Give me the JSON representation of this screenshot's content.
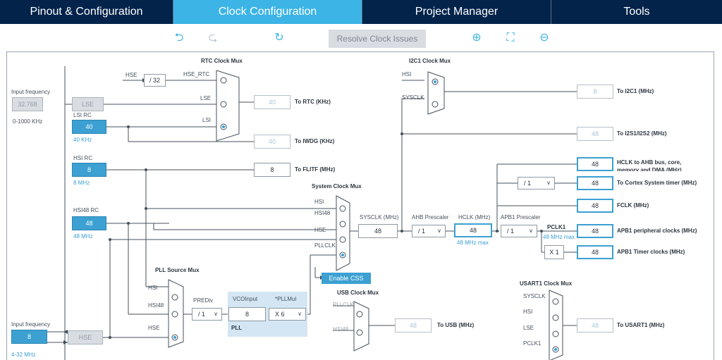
{
  "tabs": [
    "Pinout & Configuration",
    "Clock Configuration",
    "Project Manager",
    "Tools"
  ],
  "toolbar": {
    "resolve": "Resolve Clock Issues"
  },
  "labels": {
    "rtc_mux": "RTC Clock Mux",
    "i2c1_mux": "I2C1 Clock Mux",
    "sys_mux": "System Clock Mux",
    "pll_src_mux": "PLL Source Mux",
    "usb_mux": "USB Clock Mux",
    "usart1_mux": "USART1 Clock Mux",
    "hse": "HSE",
    "div32": "/ 32",
    "hse_rtc": "HSE_RTC",
    "lse": "LSE",
    "lsi": "LSI",
    "input_freq": "Input frequency",
    "lse_val": "32.768",
    "lse_range": "0-1000 KHz",
    "lsi_rc": "LSI RC",
    "lsi_val": "40",
    "lsi_khz": "40 KHz",
    "to_rtc_val": "40",
    "to_rtc": "To RTC (KHz)",
    "to_iwdg_val": "40",
    "to_iwdg": "To IWDG (KHz)",
    "hsi_rc": "HSI RC",
    "hsi_val": "8",
    "hsi_mhz": "8 MHz",
    "to_flitf_val": "8",
    "to_flitf": "To FLITF (MHz)",
    "hsi48_rc": "HSI48 RC",
    "hsi48_val": "48",
    "hsi48_mhz": "48 MHz",
    "hsi": "HSI",
    "hsi48": "HSI48",
    "pllclk": "PLLCLK",
    "sysclk": "SYSCLK",
    "to_i2c1_val": "8",
    "to_i2c1": "To I2C1 (MHz)",
    "to_i2s_val": "48",
    "to_i2s": "To I2S1/I2S2 (MHz)",
    "sysclk_mhz": "SYSCLK (MHz)",
    "sysclk_val": "48",
    "ahb_pre": "AHB Prescaler",
    "ahb_sel": "/ 1",
    "hclk_mhz": "HCLK (MHz)",
    "hclk_val": "48",
    "hclk_max": "48 MHz max",
    "apb1_pre": "APB1 Prescaler",
    "apb1_sel": "/ 1",
    "pclk1": "PCLK1",
    "pclk1_max": "48 MHz max",
    "hclk_out_val": "48",
    "hclk_out": "HCLK to AHB bus, core,",
    "hclk_out2": "memory and DMA (MHz)",
    "cortex_sel": "/ 1",
    "cortex_val": "48",
    "cortex": "To Cortex System timer (MHz)",
    "fclk_val": "48",
    "fclk": "FCLK (MHz)",
    "apb1p_val": "48",
    "apb1p": "APB1 peripheral clocks (MHz)",
    "x1": "X 1",
    "apb1t_val": "48",
    "apb1t": "APB1 Timer clocks (MHz)",
    "enable_css": "Enable CSS",
    "prediv": "PREDiv",
    "prediv_sel": "/ 1",
    "vco_input": "VCOInput",
    "vco_val": "8",
    "pllmul": "*PLLMul",
    "pllmul_sel": "X 6",
    "pll": "PLL",
    "to_usb_val": "48",
    "to_usb": "To USB (MHz)",
    "pclk1_in": "PCLK1",
    "to_usart_val": "48",
    "to_usart": "To USART1 (MHz)",
    "hse_in_val": "8",
    "hse_range": "4-32 MHz"
  }
}
